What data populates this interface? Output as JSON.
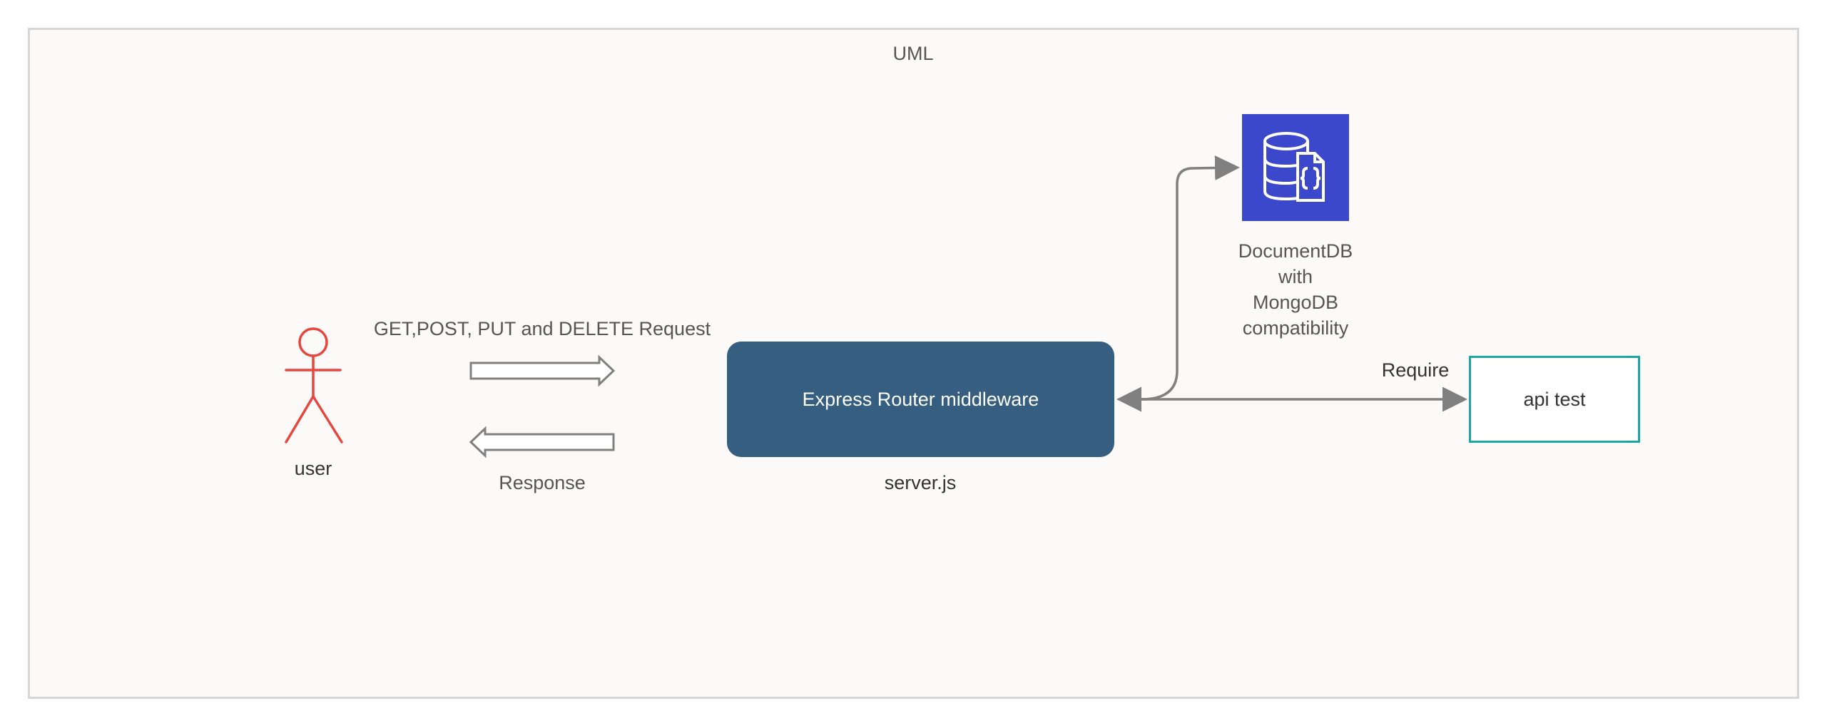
{
  "frame": {
    "title": "UML"
  },
  "actor": {
    "label": "user",
    "icon": "stick-figure-actor-icon",
    "color": "#e8453c"
  },
  "request_arrow": {
    "label": "GET,POST,  PUT and DELETE Request"
  },
  "response_arrow": {
    "label": "Response"
  },
  "router": {
    "label": "Express Router middleware",
    "caption": "server.js",
    "color": "#365e80"
  },
  "database": {
    "label_lines": [
      "DocumentDB",
      "with",
      "MongoDB",
      "compatibility"
    ],
    "icon": "database-document-icon",
    "color": "#3b48cc"
  },
  "require_edge": {
    "label": "Require"
  },
  "api_test": {
    "label": "api test",
    "border_color": "#1ba7a4"
  }
}
